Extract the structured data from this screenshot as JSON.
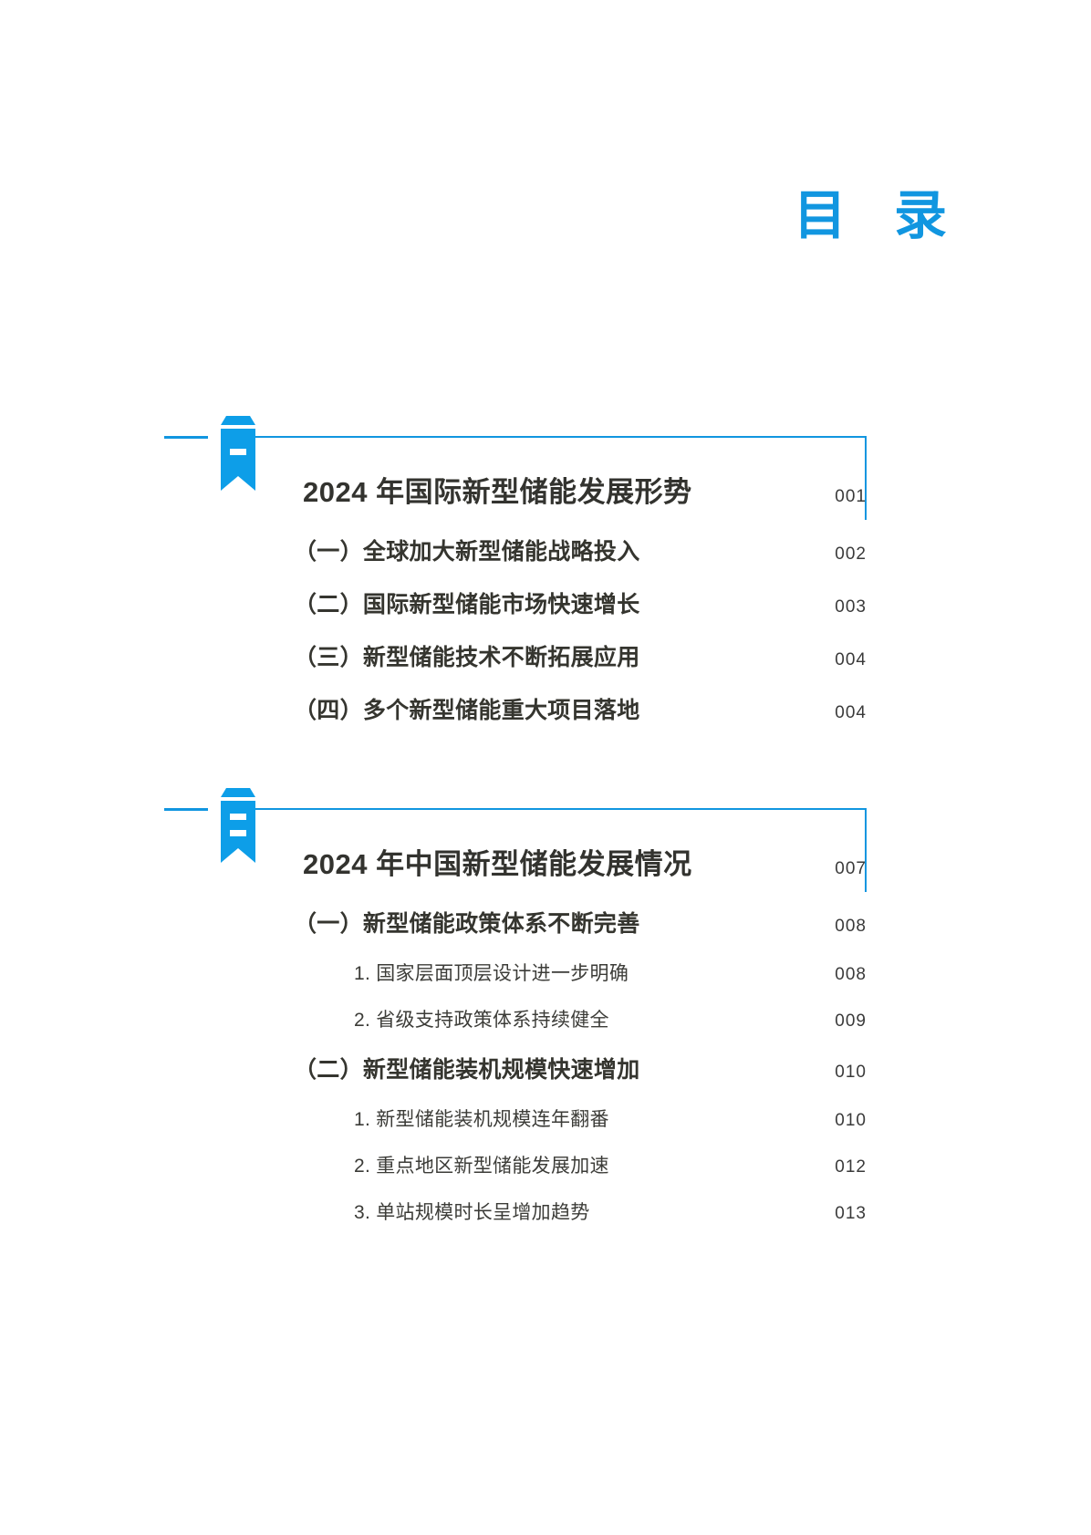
{
  "page": {
    "title": "目 录",
    "accent_color": "#1196e0",
    "text_color": "#35352f"
  },
  "sections": [
    {
      "badge_numeral": "一",
      "badge_strokes": 1,
      "title": "2024 年国际新型储能发展形势",
      "page": "001",
      "entries": [
        {
          "level": 1,
          "label": "（一）全球加大新型储能战略投入",
          "page": "002"
        },
        {
          "level": 1,
          "label": "（二）国际新型储能市场快速增长",
          "page": "003"
        },
        {
          "level": 1,
          "label": "（三）新型储能技术不断拓展应用",
          "page": "004"
        },
        {
          "level": 1,
          "label": "（四）多个新型储能重大项目落地",
          "page": "004"
        }
      ]
    },
    {
      "badge_numeral": "二",
      "badge_strokes": 2,
      "title": "2024 年中国新型储能发展情况",
      "page": "007",
      "entries": [
        {
          "level": 1,
          "label": "（一）新型储能政策体系不断完善",
          "page": "008"
        },
        {
          "level": 2,
          "label": "1. 国家层面顶层设计进一步明确",
          "page": "008"
        },
        {
          "level": 2,
          "label": "2. 省级支持政策体系持续健全",
          "page": "009"
        },
        {
          "level": 1,
          "label": "（二）新型储能装机规模快速增加",
          "page": "010"
        },
        {
          "level": 2,
          "label": "1. 新型储能装机规模连年翻番",
          "page": "010"
        },
        {
          "level": 2,
          "label": "2. 重点地区新型储能发展加速",
          "page": "012"
        },
        {
          "level": 2,
          "label": "3. 单站规模时长呈增加趋势",
          "page": "013"
        }
      ]
    }
  ]
}
